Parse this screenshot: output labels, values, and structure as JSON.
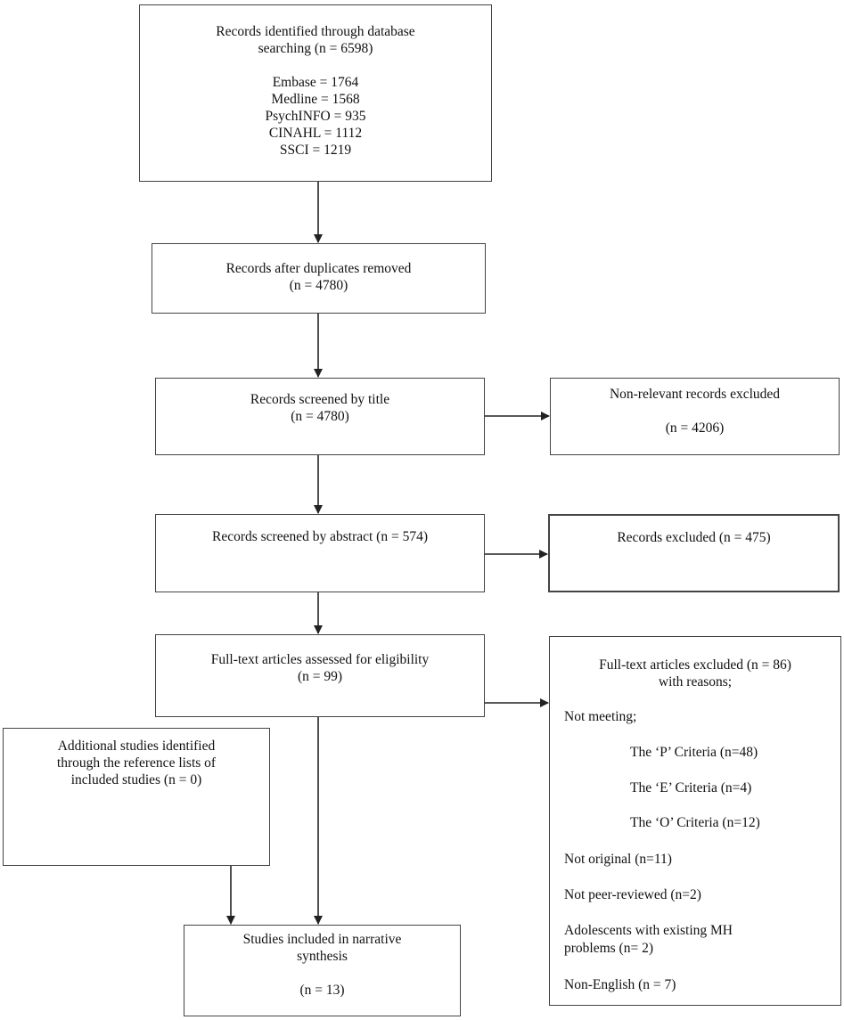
{
  "identification": {
    "title_line1": "Records identified through database",
    "title_line2": "searching (n = 6598)",
    "databases": [
      "Embase = 1764",
      "Medline = 1568",
      "PsychINFO = 935",
      "CINAHL = 1112",
      "SSCI = 1219"
    ]
  },
  "duplicates": {
    "line1": "Records after duplicates removed",
    "line2": "(n = 4780)"
  },
  "title_screen": {
    "line1": "Records screened by title",
    "line2": "(n = 4780)"
  },
  "title_excluded": {
    "line1": "Non-relevant records excluded",
    "line2": "(n = 4206)"
  },
  "abstract_screen": {
    "line1": "Records screened by abstract (n = 574)"
  },
  "abstract_excluded": {
    "line1": "Records excluded (n = 475)"
  },
  "fulltext": {
    "line1": "Full-text articles assessed for eligibility",
    "line2": "(n = 99)"
  },
  "fulltext_excluded": {
    "line1": "Full-text articles excluded (n = 86)",
    "line2": "with reasons;",
    "not_meeting": "Not meeting;",
    "p": "The ‘P’ Criteria (n=48)",
    "e": "The ‘E’ Criteria (n=4)",
    "o": "The ‘O’ Criteria (n=12)",
    "not_original": "Not original (n=11)",
    "not_peer": "Not peer-reviewed (n=2)",
    "adolescents1": "Adolescents with existing MH",
    "adolescents2": "problems (n= 2)",
    "non_english": "Non-English (n = 7)"
  },
  "additional": {
    "line1": "Additional studies identified",
    "line2": "through the reference lists of",
    "line3": "included studies (n = 0)"
  },
  "included": {
    "line1": "Studies included in narrative",
    "line2": "synthesis",
    "line3": "(n = 13)"
  }
}
